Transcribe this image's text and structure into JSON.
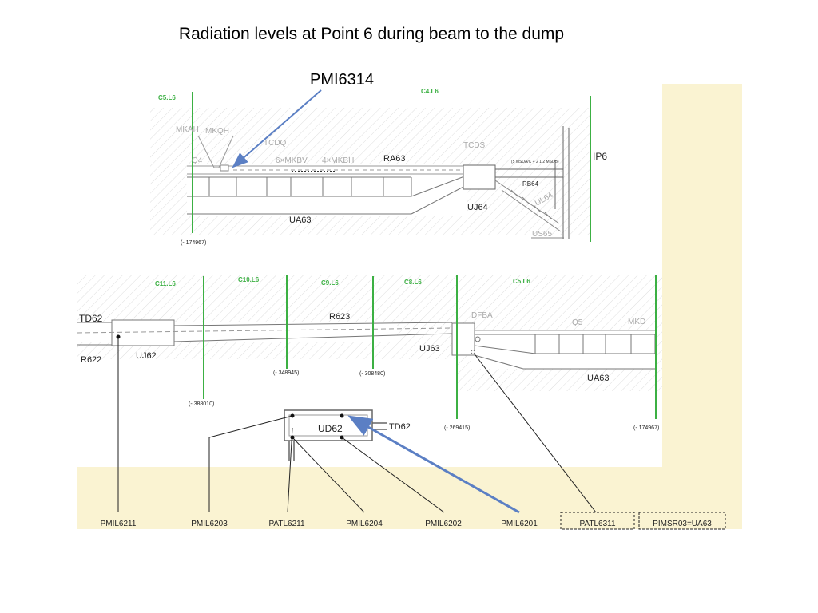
{
  "slide": {
    "title": "Radiation levels at Point 6 during beam to the dump",
    "callout": "PMI6314"
  },
  "colors": {
    "panel": "#faf3d2",
    "marker_green": "#3cb043",
    "arrow_blue": "#5b7fc4"
  },
  "top": {
    "markers": [
      "C5.L6",
      "C4.L6"
    ],
    "labels": {
      "mkah": "MKAH",
      "mkqh": "MKQH",
      "tcdq": "TCDQ",
      "q4": "Q4",
      "mkbv": "6×MKBV",
      "mkbh": "4×MKBH",
      "ra63": "RA63",
      "tcds": "TCDS",
      "msda": "(5 MSDA/C + 2 1/2 MSDB)",
      "rb64": "RB64",
      "ul64": "UL64",
      "ip6": "IP6",
      "uj64": "UJ64",
      "ua63": "UA63",
      "us65": "US65",
      "dist": "(- 174967)"
    }
  },
  "middle": {
    "markers": [
      "C11.L6",
      "C10.L6",
      "C9.L6",
      "C8.L6",
      "C5.L6"
    ],
    "labels": {
      "td62": "TD62",
      "r622": "R622",
      "uj62": "UJ62",
      "r623": "R623",
      "dfba": "DFBA",
      "q5": "Q5",
      "mkd": "MKD",
      "uj63": "UJ63",
      "ua63": "UA63",
      "d1": "(- 348945)",
      "d2": "(- 308480)",
      "d3": "(- 388010)",
      "d4": "(- 269415)",
      "d5": "(- 174967)"
    }
  },
  "ud62": {
    "label": "UD62",
    "td62": "TD62"
  },
  "monitors": [
    "PMIL6211",
    "PMIL6203",
    "PATL6211",
    "PMIL6204",
    "PMIL6202",
    "PMIL6201",
    "PATL6311",
    "PIMSR03=UA63"
  ]
}
